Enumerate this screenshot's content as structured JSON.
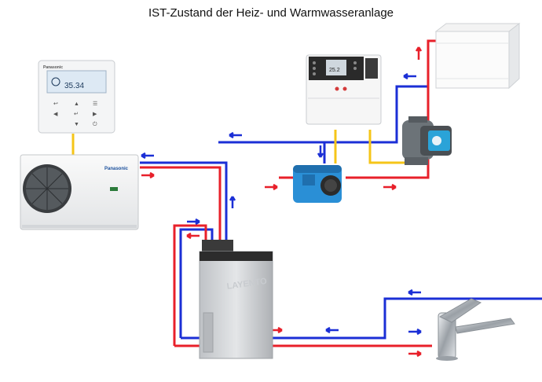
{
  "title": "IST-Zustand der Heiz- und Warmwasseranlage",
  "colors": {
    "supply_hot": "#e8202a",
    "return_cold": "#1b2fd6",
    "signal": "#f5c518",
    "pump_blue": "#2aa3d8",
    "valve_blue": "#2a8fd6"
  },
  "components": {
    "controller": {
      "brand": "Panasonic",
      "temperature": "35.34"
    },
    "outdoor_unit": {
      "brand": "Panasonic",
      "icon": "heat-pump-outdoor-unit-icon"
    },
    "regulator": {
      "display": "25.2",
      "icon": "heating-controller-icon"
    },
    "radiator": {
      "icon": "radiator-icon"
    },
    "circulation_pump": {
      "icon": "circulation-pump-icon"
    },
    "mixing_valve": {
      "icon": "mixing-valve-icon"
    },
    "storage_tank": {
      "brand": "LAYENTO",
      "icon": "hot-water-tank-icon"
    },
    "faucet": {
      "icon": "faucet-icon"
    }
  }
}
